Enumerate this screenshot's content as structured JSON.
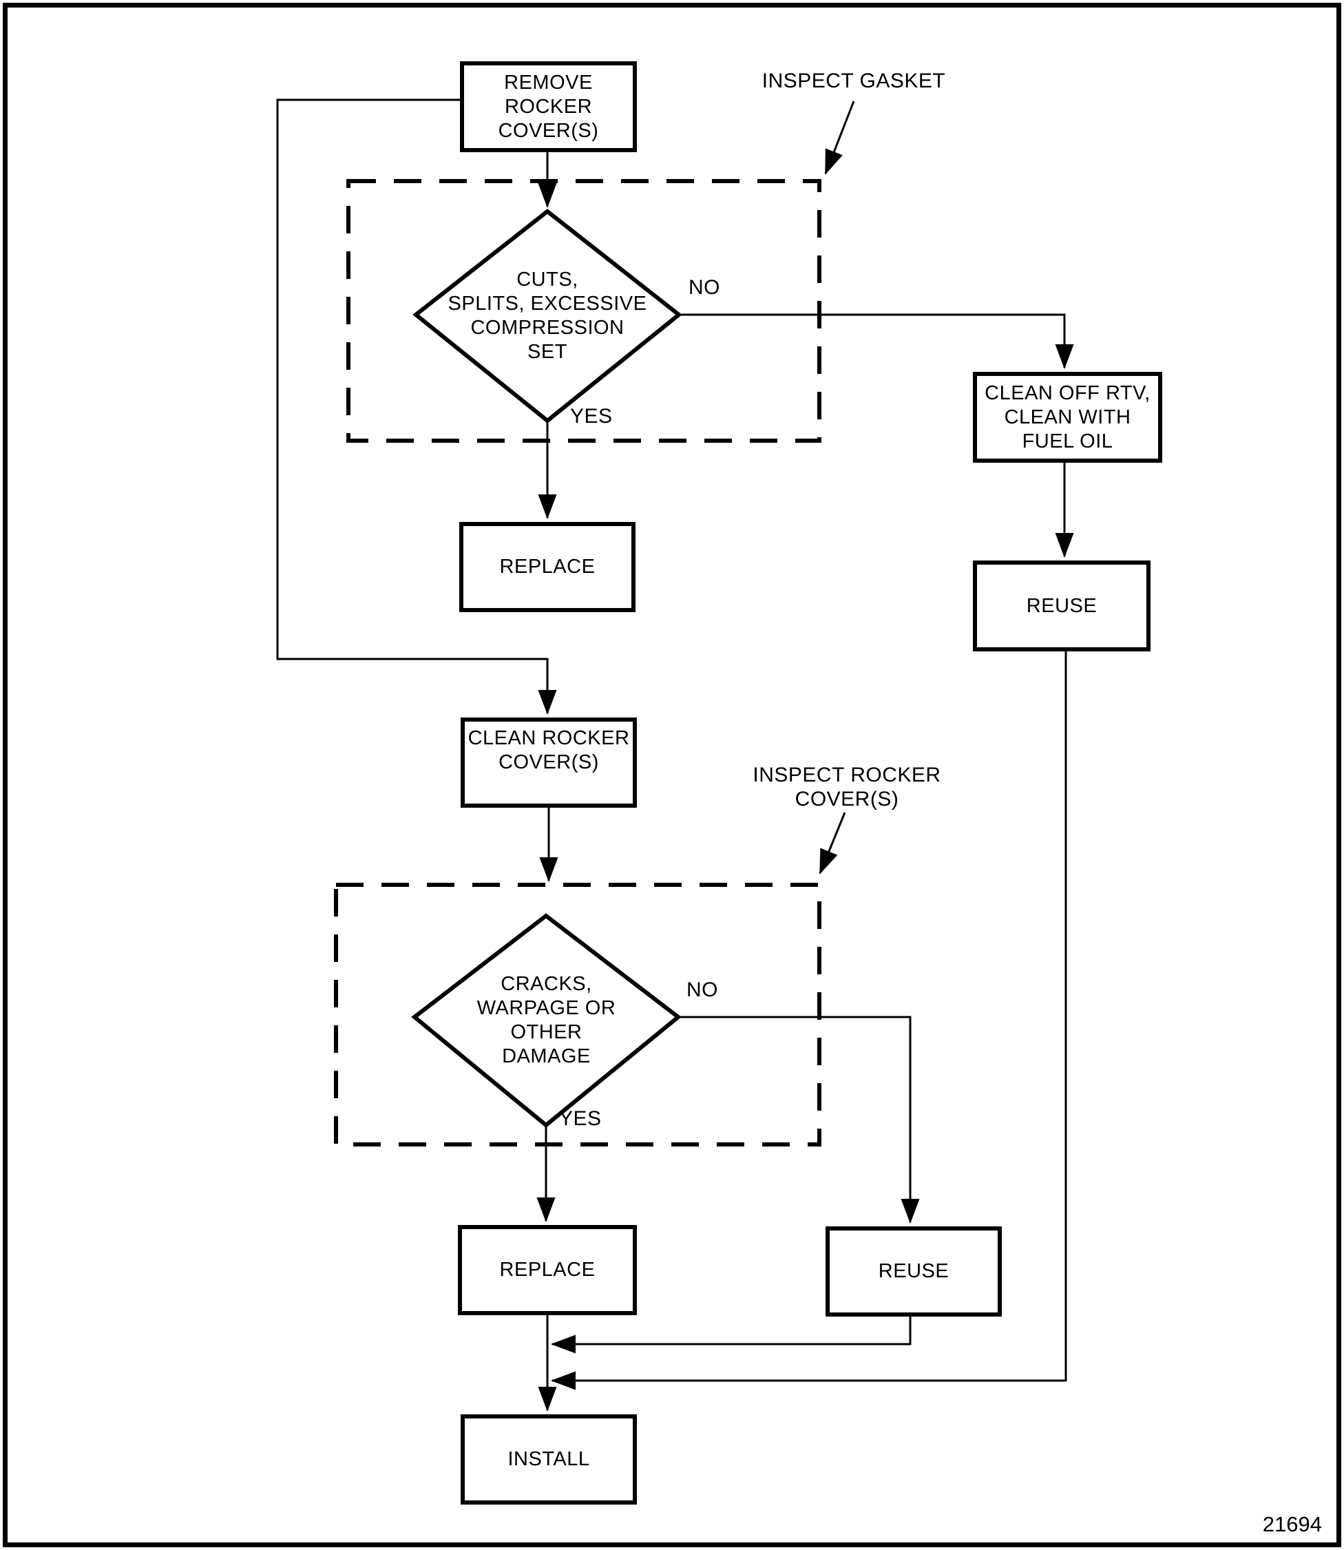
{
  "figure_number": "21694",
  "colors": {
    "ink": "#000000",
    "background": "#ffffff"
  },
  "nodes": {
    "remove_rocker": {
      "label": "REMOVE\nROCKER\nCOVER(S)"
    },
    "gasket_decision": {
      "label": "CUTS,\nSPLITS, EXCESSIVE\nCOMPRESSION\nSET"
    },
    "clean_off_rtv": {
      "label": "CLEAN OFF RTV,\nCLEAN WITH\nFUEL OIL"
    },
    "replace_gasket": {
      "label": "REPLACE"
    },
    "reuse_gasket": {
      "label": "REUSE"
    },
    "clean_rocker": {
      "label": "CLEAN ROCKER\nCOVER(S)"
    },
    "cover_decision": {
      "label": "CRACKS,\nWARPAGE OR\nOTHER\nDAMAGE"
    },
    "replace_cover": {
      "label": "REPLACE"
    },
    "reuse_cover": {
      "label": "REUSE"
    },
    "install": {
      "label": "INSTALL"
    }
  },
  "annotations": {
    "inspect_gasket": "INSPECT GASKET",
    "inspect_rocker": "INSPECT ROCKER\nCOVER(S)"
  },
  "edge_labels": {
    "gasket_no": "NO",
    "gasket_yes": "YES",
    "cover_no": "NO",
    "cover_yes": "YES"
  }
}
